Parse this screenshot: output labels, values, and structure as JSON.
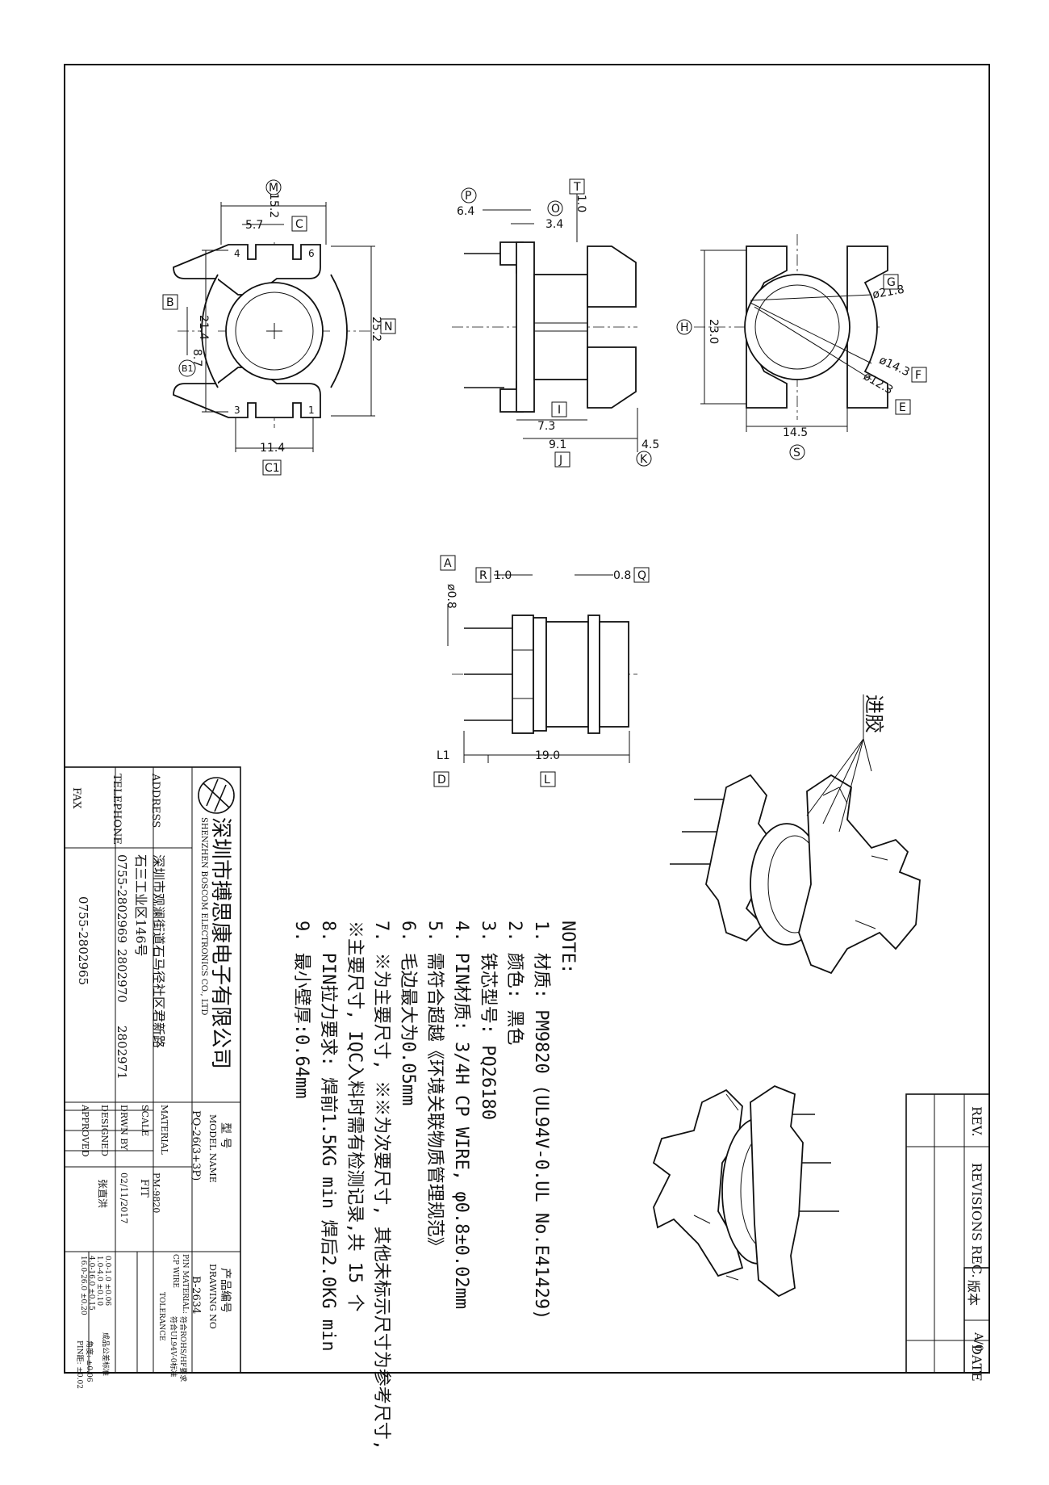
{
  "title_block": {
    "company_cn": "深圳市搏思康电子有限公司",
    "company_en": "SHENZHEN BOSCOM ELECTRONICS CO., LTD",
    "address_label": "ADDRESS",
    "address_line1": "深圳市观澜街道石马径社区君新路",
    "address_line2": "石三工业区146号",
    "telephone_label": "TELEPHONE",
    "telephone": [
      "0755-2802969",
      "2802970",
      "2802971"
    ],
    "fax_label": "FAX",
    "fax": "0755-2802965",
    "model_name_cn": "型 号",
    "model_name_label": "MODEL NAME",
    "model_name": "PQ-26(3+3P)",
    "drawing_no_cn": "产品编号",
    "drawing_no_label": "DRAWING NO",
    "drawing_no": "B-2634",
    "material_label": "MATERIAL",
    "material": "PM-9820",
    "scale_label": "SCALE",
    "scale": "FIT",
    "drawn_by_label": "DRWN BY",
    "drawn_date": "02/11/2017",
    "designed_label": "DESIGNED",
    "designer": "张直洪",
    "approved_label": "APPROVED",
    "pin_material_label": "PIN MATERIAL:",
    "pin_material": "CP WIRE",
    "pin_req_1": "符合ROHS/HF要求",
    "pin_req_2": "符合UL94V-0标准",
    "tolerance_label": "TOLERANCE",
    "tolerance_rows": [
      "0.0-1.0  ±0.06",
      "1.0-4.0  ±0.10",
      "4.0-16.0 ±0.15",
      "16.0-26.0 ±0.20"
    ],
    "tolerance_note": "成品公差标准",
    "angle_tol": "角度: ±0.06",
    "pin_tol": "PIN距: ±0.02"
  },
  "revisions": {
    "rev_label": "REV.",
    "revisions_label": "REVISIONS REC.",
    "date_label": "DATE",
    "version_label": "版本",
    "version": "A/0"
  },
  "notes": {
    "heading": "NOTE:",
    "items": [
      "1. 材质: PM9820 (UL94V-0.UL No.E41429)",
      "2. 颜色: 黑色",
      "3. 铁芯型号: PQ26180",
      "4. PIN材质: 3/4H CP WIRE, φ0.8±0.02mm",
      "5. 需符合超越《环境关联物质管理规范》",
      "6. 毛边最大为0.05mm",
      "7. ※为主要尺寸, ※※为次要尺寸, 其他未标示尺寸为参考尺寸,",
      "   ※主要尺寸, IQC入料时需有检测记录,共 15 个",
      "8. PIN拉力要求: 焊前1.5KG min 焊后2.0KG min",
      "9. 最小壁厚:0.64mm"
    ]
  },
  "gate_label": "进胶",
  "dimensions": {
    "front": {
      "M": "15.2",
      "C": "5.7",
      "B": "21.4",
      "B1": "8.7",
      "N": "25.2",
      "C1": "11.4",
      "labels": {
        "M": "M",
        "C": "C",
        "B": "B",
        "B1": "B1",
        "N": "N",
        "C1": "C1"
      },
      "pin_nums": [
        "4",
        "6",
        "3",
        "1"
      ]
    },
    "side": {
      "P": "6.4",
      "O": "3.4",
      "T": "1.0",
      "I": "7.3",
      "J": "9.1",
      "K": "4.5",
      "labels": {
        "P": "P",
        "O": "O",
        "T": "T",
        "I": "I",
        "J": "J",
        "K": "K"
      }
    },
    "back": {
      "H": "23.0",
      "G": "ø21.8",
      "F": "ø14.3",
      "E": "ø12.3",
      "S": "14.5",
      "labels": {
        "H": "H",
        "G": "G",
        "F": "F",
        "E": "E",
        "S": "S"
      }
    },
    "bottom": {
      "A": "ø0.8",
      "R": "1.0",
      "Q": "0.8",
      "L1": "L1",
      "L": "19.0",
      "labels": {
        "A": "A",
        "R": "R",
        "Q": "Q",
        "D": "D",
        "L": "L"
      }
    }
  }
}
